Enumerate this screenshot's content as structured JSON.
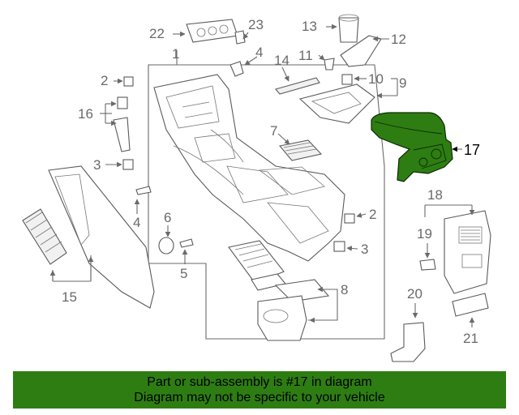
{
  "diagram": {
    "highlight_color": "#2e7d12",
    "labels": {
      "l1": "1",
      "l2a": "2",
      "l2b": "2",
      "l3a": "3",
      "l3b": "3",
      "l4a": "4",
      "l4b": "4",
      "l5": "5",
      "l6": "6",
      "l7": "7",
      "l8": "8",
      "l9": "9",
      "l10": "10",
      "l11": "11",
      "l12": "12",
      "l13": "13",
      "l14": "14",
      "l15": "15",
      "l16": "16",
      "l17": "17",
      "l18": "18",
      "l19": "19",
      "l20": "20",
      "l21": "21",
      "l22": "22",
      "l23": "23"
    }
  },
  "footer": {
    "line1": "Part or sub-assembly is #17 in diagram",
    "line2": "Diagram may not be specific to your vehicle"
  }
}
